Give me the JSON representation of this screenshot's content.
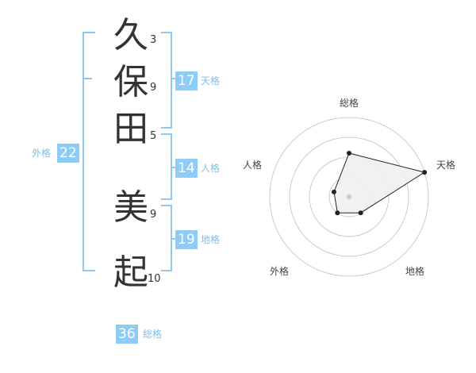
{
  "name": {
    "chars": [
      {
        "char": "久",
        "strokes": "3"
      },
      {
        "char": "保",
        "strokes": "9"
      },
      {
        "char": "田",
        "strokes": "5"
      },
      {
        "char": "美",
        "strokes": "9"
      },
      {
        "char": "起",
        "strokes": "10"
      }
    ]
  },
  "grades": {
    "tenkaku": {
      "value": "17",
      "label": "天格"
    },
    "jinkaku": {
      "value": "14",
      "label": "人格"
    },
    "chikaku": {
      "value": "19",
      "label": "地格"
    },
    "gaikaku": {
      "value": "22",
      "label": "外格"
    },
    "soukaku": {
      "value": "36",
      "label": "総格"
    }
  },
  "chart_data": {
    "type": "radar",
    "axes": [
      "総格",
      "天格",
      "地格",
      "外格",
      "人格"
    ],
    "values": [
      0.55,
      1.0,
      0.25,
      0.25,
      0.2
    ],
    "rings": 4,
    "colors": {
      "fill": "#f0f0f0",
      "line": "#222222",
      "ring": "#cccccc"
    }
  },
  "colors": {
    "accent": "#8dccf7",
    "bracket": "#8dc8ef"
  }
}
